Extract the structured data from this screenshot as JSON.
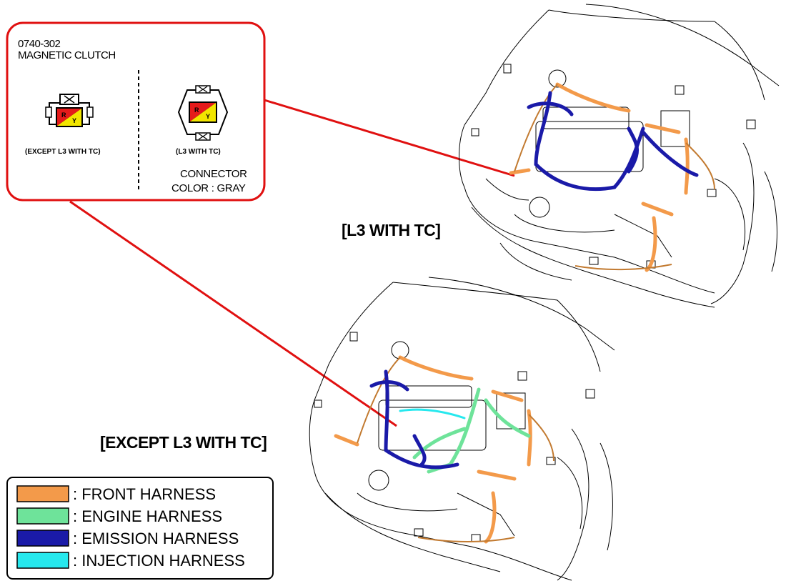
{
  "connector_callout": {
    "code": "0740-302",
    "name": "MAGNETIC CLUTCH",
    "variant_left_caption": "(EXCEPT L3 WITH TC)",
    "variant_right_caption": "(L3 WITH TC)",
    "connector_color_line1": "CONNECTOR",
    "connector_color_line2": "COLOR : GRAY",
    "pins": [
      "R",
      "Y"
    ]
  },
  "views": {
    "upper_label": "[L3 WITH TC]",
    "lower_label": "[EXCEPT L3 WITH TC]"
  },
  "legend": {
    "items": [
      {
        "label": ": FRONT HARNESS",
        "color": "#f39a4a"
      },
      {
        "label": ": ENGINE HARNESS",
        "color": "#6ee39a"
      },
      {
        "label": ": EMISSION HARNESS",
        "color": "#1a1aa8"
      },
      {
        "label": ": INJECTION HARNESS",
        "color": "#26e8ee"
      }
    ]
  },
  "colors": {
    "callout_border": "#e01010",
    "leader_line": "#e01010",
    "connector_red": "#e51b1b",
    "connector_yellow": "#f2e600",
    "front_harness": "#f39a4a",
    "engine_harness": "#6ee39a",
    "emission_harness": "#1a1aa8",
    "injection_harness": "#26e8ee"
  }
}
